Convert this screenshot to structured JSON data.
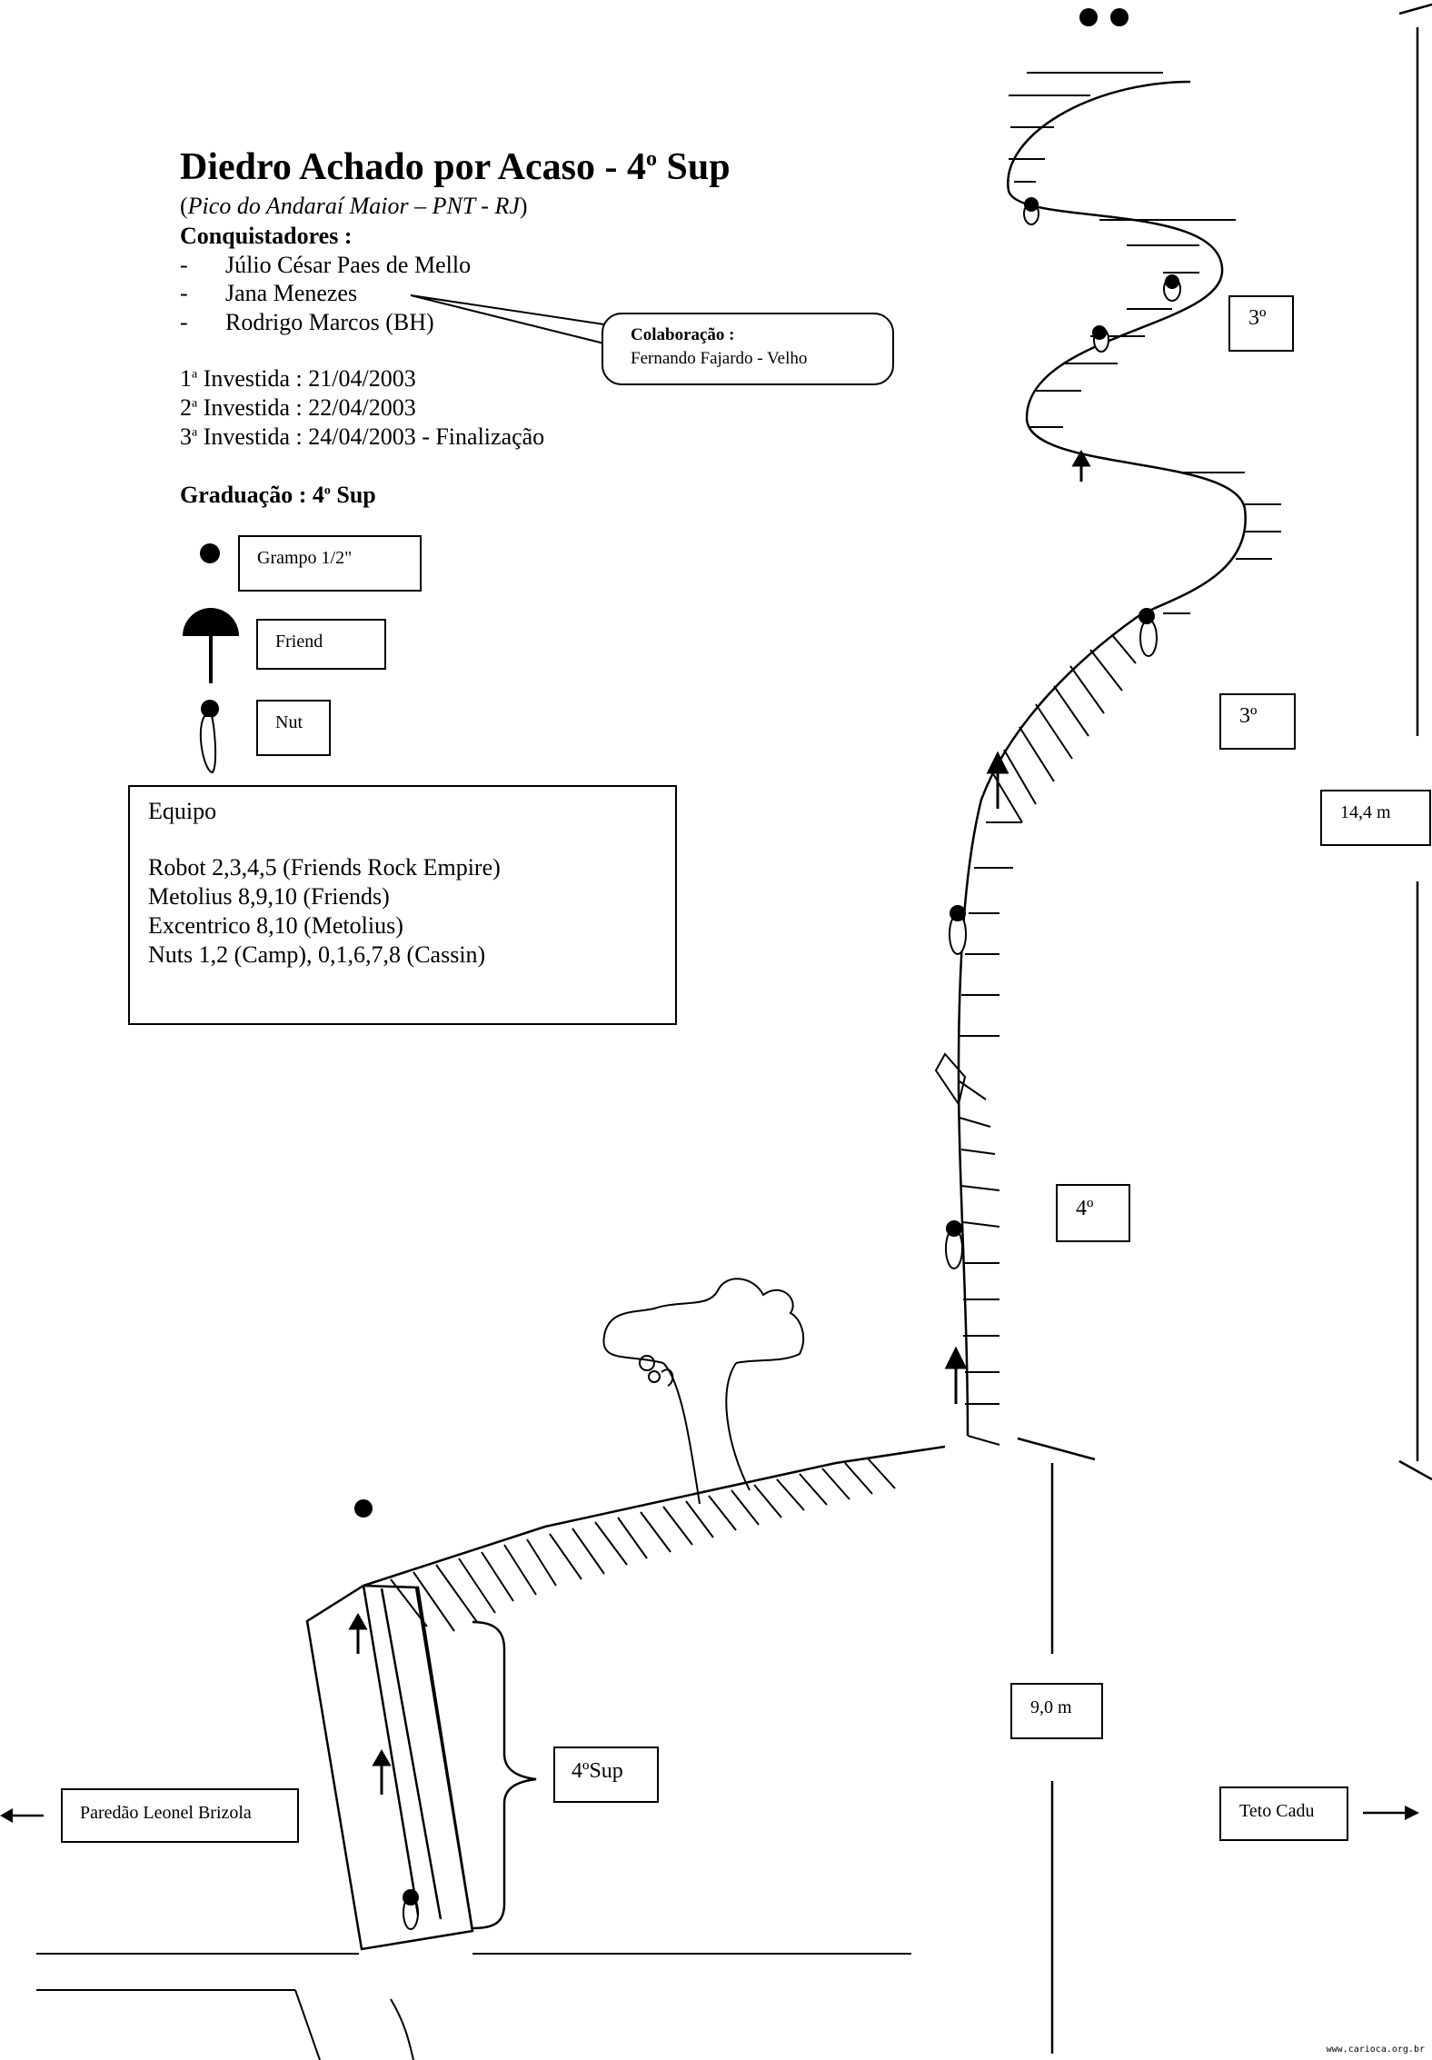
{
  "header": {
    "title": "Diedro Achado por Acaso - 4",
    "title_sup": "o",
    "title_tail": " Sup",
    "location_prefix": "(",
    "location_italic": "Pico do Andaraí Maior – PNT - RJ",
    "location_suffix": ")",
    "conquerors_label": "Conquistadores :",
    "conquerors": [
      "Júlio César Paes de Mello",
      "Jana Menezes",
      "Rodrigo Marcos (BH)"
    ],
    "bullet": "-"
  },
  "collaboration": {
    "label": "Colaboração :",
    "name": "Fernando Fajardo - Velho"
  },
  "investidas": [
    {
      "num": "1",
      "sup": "a",
      "text": " Investida : 21/04/2003"
    },
    {
      "num": "2",
      "sup": "a",
      "text": " Investida : 22/04/2003"
    },
    {
      "num": "3",
      "sup": "a",
      "text": " Investida : 24/04/2003 - Finalização"
    }
  ],
  "grade": {
    "label": "Graduação : 4",
    "sup": "o",
    "tail": " Sup"
  },
  "legend": {
    "grampo": "Grampo 1/2\"",
    "friend": "Friend",
    "nut": "Nut"
  },
  "equipo": {
    "title": "Equipo",
    "items": [
      "Robot 2,3,4,5 (Friends Rock Empire)",
      "Metolius 8,9,10 (Friends)",
      "Excentrico 8,10 (Metolius)",
      "Nuts  1,2 (Camp), 0,1,6,7,8 (Cassin)"
    ]
  },
  "route_labels": {
    "grade_top": "3º",
    "grade_mid": "3º",
    "grade_lower": "4º",
    "grade_start": "4ºSup",
    "height_upper": "14,4 m",
    "height_lower": "9,0 m",
    "left_wall": "Paredão Leonel Brizola",
    "right_roof": "Teto Cadu"
  },
  "footer": {
    "site": "www.carioca.org.br"
  },
  "icons": {
    "grampo": "filled-circle-icon",
    "friend": "umbrella-arrow-icon",
    "nut": "nut-chock-icon",
    "arrow_left": "arrow-left-icon",
    "arrow_right": "arrow-right-icon"
  }
}
